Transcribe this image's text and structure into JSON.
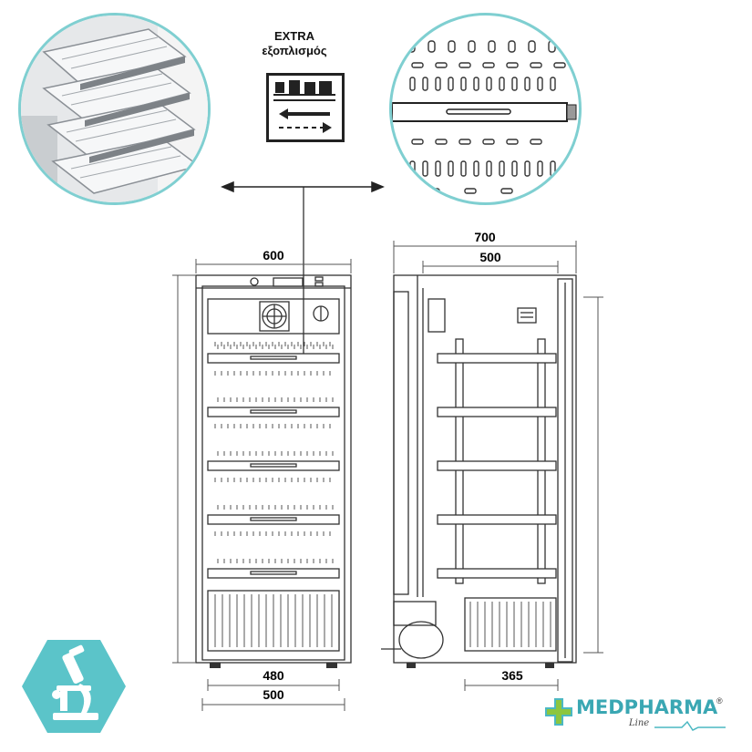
{
  "extra": {
    "line1": "EXTRA",
    "line2": "εξοπλισμός"
  },
  "dimensions": {
    "front_width": "600",
    "inner_width_top": "480",
    "inner_width_bottom": "500",
    "side_depth": "700",
    "side_inner_depth": "500",
    "side_bottom": "365"
  },
  "logo": {
    "brand": "MEDPHARMA",
    "sub": "Line",
    "reg": "®"
  },
  "colors": {
    "accent": "#5bc4c9",
    "circle_border": "#7fcfd1",
    "line": "#333333"
  },
  "icons": [
    "microscope-icon",
    "fan-icon",
    "drawer-equipment-icon",
    "double-arrow-icon"
  ]
}
